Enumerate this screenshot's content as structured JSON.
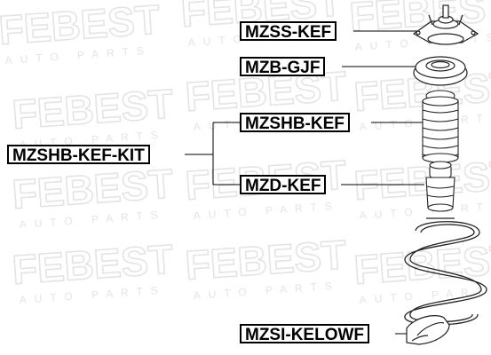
{
  "watermark": {
    "brand": "FEBEST",
    "subtitle": "AUTO PARTS"
  },
  "kit": {
    "part_number": "MZSHB-KEF-KIT"
  },
  "parts": [
    {
      "part_number": "MZSS-KEF",
      "component": "strut-mount"
    },
    {
      "part_number": "MZB-GJF",
      "component": "strut-bearing"
    },
    {
      "part_number": "MZSHB-KEF",
      "component": "shock-boot"
    },
    {
      "part_number": "MZD-KEF",
      "component": "bump-stop"
    },
    {
      "part_number": "MZSI-KELOWF",
      "component": "lower-spring-insulator"
    }
  ],
  "drawing": {
    "line_color": "#000000",
    "part_fill": "#ffffff",
    "part_stroke": "#222222",
    "watermark_color": "#e4e4e4"
  }
}
